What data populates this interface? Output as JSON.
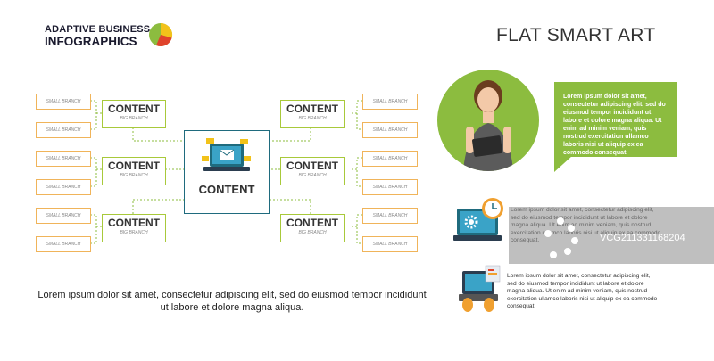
{
  "brand": {
    "line1": "ADAPTIVE BUSINESS",
    "line2": "INFOGRAPHICS"
  },
  "title": "FLAT SMART ART",
  "center_label": "CONTENT",
  "big_nodes": [
    {
      "title": "CONTENT",
      "sub": "BIG BRANCH"
    },
    {
      "title": "CONTENT",
      "sub": "BIG BRANCH"
    },
    {
      "title": "CONTENT",
      "sub": "BIG BRANCH"
    },
    {
      "title": "CONTENT",
      "sub": "BIG BRANCH"
    },
    {
      "title": "CONTENT",
      "sub": "BIG BRANCH"
    },
    {
      "title": "CONTENT",
      "sub": "BIG BRANCH"
    }
  ],
  "small_label": "SMALL BRANCH",
  "caption": "Lorem ipsum dolor sit amet, consectetur adipiscing elit, sed do eiusmod tempor incididunt ut labore et dolore magna aliqua.",
  "bubble_text": "Lorem ipsum dolor sit amet, consectetur adipiscing elit, sed do eiusmod tempor incididunt ut labore et dolore magna aliqua. Ut enim ad minim veniam, quis nostrud exercitation ullamco laboris nisi ut aliquip ex ea commodo consequat.",
  "para1": "Lorem ipsum dolor sit amet, consectetur adipiscing elit, sed do eiusmod tempor incididunt ut labore et dolore magna aliqua. Ut enim ad minim veniam, quis nostrud exercitation ullamco laboris nisi ut aliquip ex ea commodo consequat.",
  "para2": "Lorem ipsum dolor sit amet, consectetur adipiscing elit, sed do eiusmod tempor incididunt ut labore et dolore magna aliqua. Ut enim ad minim veniam, quis nostrud exercitation ullamco laboris nisi ut aliquip ex ea commodo consequat.",
  "watermark": "VCG211331168204",
  "colors": {
    "green": "#8cbc3f",
    "orange": "#f0b45a",
    "teal": "#1f6b7e",
    "navy": "#1a1a2e"
  },
  "icons": [
    "pie-chart-icon",
    "laptop-mail-icon",
    "woman-tablet-illustration",
    "laptop-gear-clock-icon",
    "laptop-hands-icon"
  ]
}
